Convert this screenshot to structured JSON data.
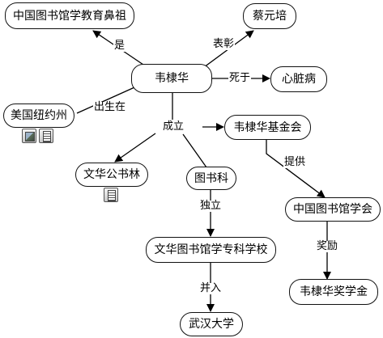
{
  "nodes": {
    "wei_dihua": "韦棣华",
    "pioneer": "中国图书馆学教育鼻祖",
    "cai_yuanpei": "蔡元培",
    "heart_disease": "心脏病",
    "new_york": "美国纽约州",
    "foundation": "韦棣华基金会",
    "boone_library": "文华公书林",
    "library_dept": "图书科",
    "library_school": "文华图书馆学专科学校",
    "wuhan_univ": "武汉大学",
    "china_lib_assoc": "中国图书馆学会",
    "award": "韦棣华奖学金"
  },
  "edge_labels": {
    "is": "是",
    "commend": "表彰",
    "died_of": "死于",
    "born_in": "出生在",
    "founded": "成立",
    "provide": "提供",
    "independent": "独立",
    "award_verb": "奖励",
    "merged": "并入"
  },
  "icons": {
    "new_york": [
      "image-icon",
      "document-icon"
    ],
    "boone_library": [
      "document-icon"
    ]
  }
}
